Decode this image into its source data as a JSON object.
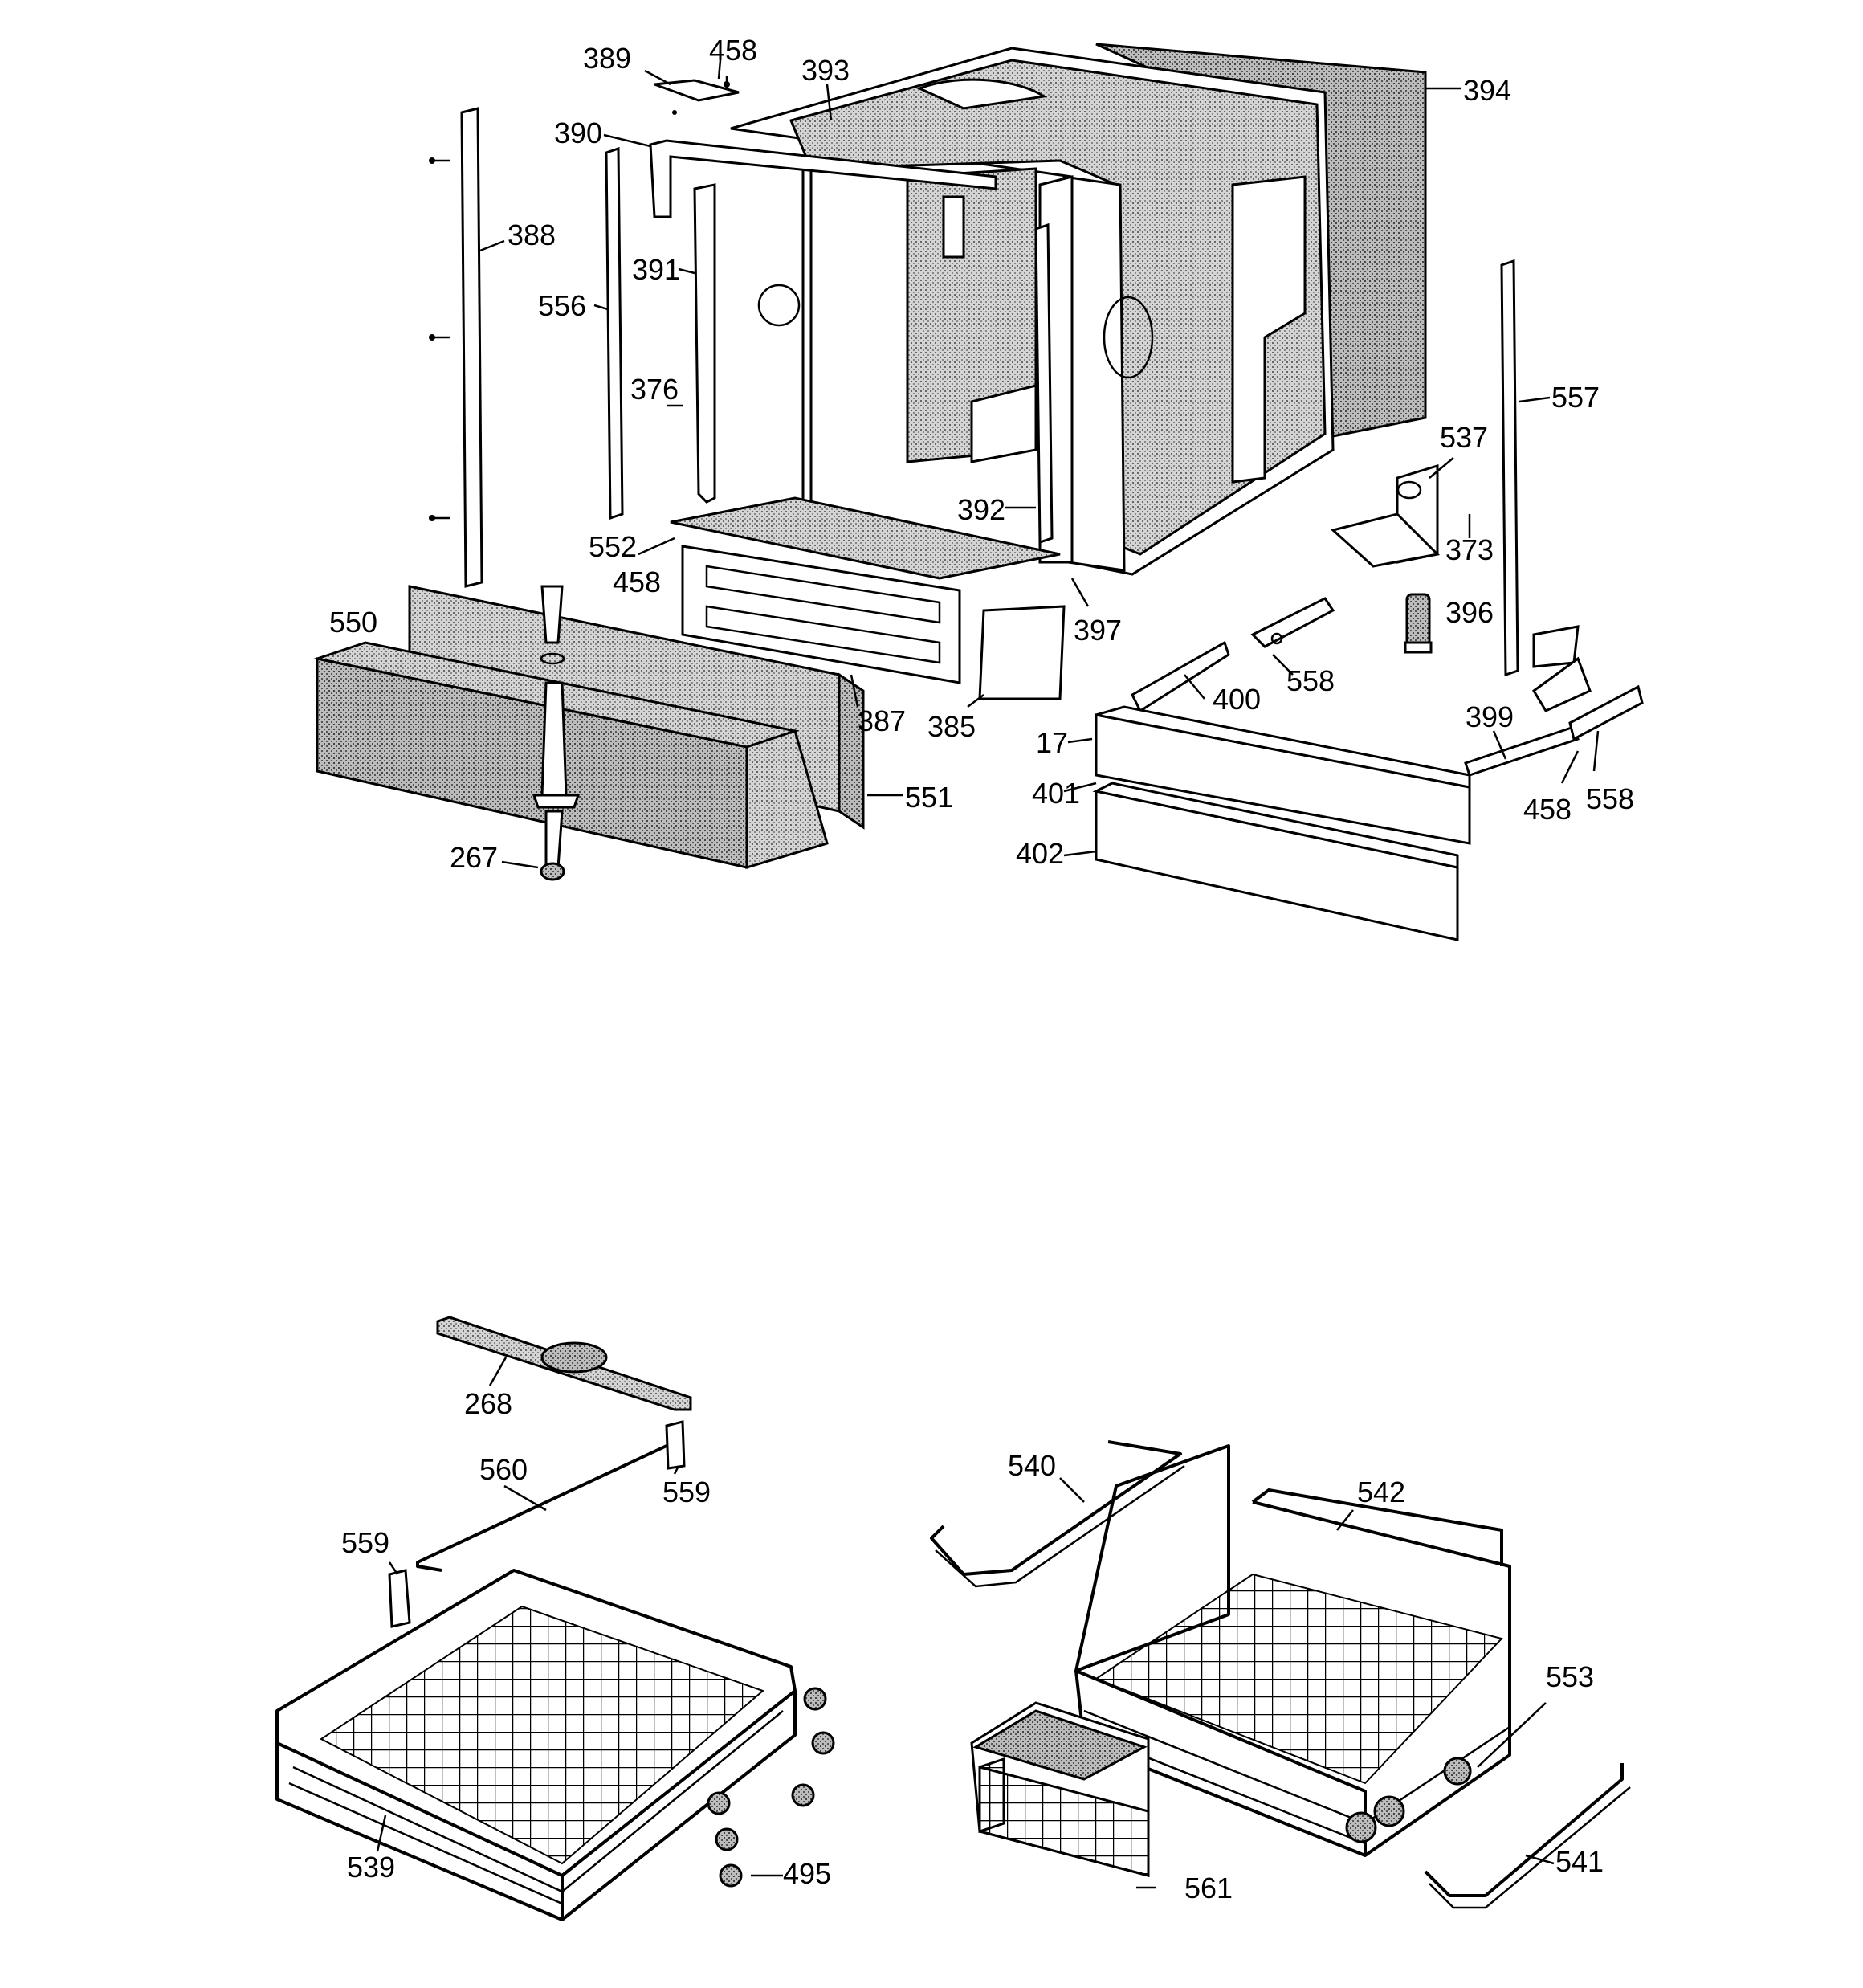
{
  "diagram": {
    "callouts": [
      {
        "id": "389",
        "label": "389"
      },
      {
        "id": "458a",
        "label": "458"
      },
      {
        "id": "393",
        "label": "393"
      },
      {
        "id": "394",
        "label": "394"
      },
      {
        "id": "390",
        "label": "390"
      },
      {
        "id": "388",
        "label": "388"
      },
      {
        "id": "391",
        "label": "391"
      },
      {
        "id": "556",
        "label": "556"
      },
      {
        "id": "376",
        "label": "376"
      },
      {
        "id": "557",
        "label": "557"
      },
      {
        "id": "537",
        "label": "537"
      },
      {
        "id": "392",
        "label": "392"
      },
      {
        "id": "373",
        "label": "373"
      },
      {
        "id": "552",
        "label": "552"
      },
      {
        "id": "458b",
        "label": "458"
      },
      {
        "id": "396",
        "label": "396"
      },
      {
        "id": "550",
        "label": "550"
      },
      {
        "id": "397",
        "label": "397"
      },
      {
        "id": "558a",
        "label": "558"
      },
      {
        "id": "400",
        "label": "400"
      },
      {
        "id": "387",
        "label": "387"
      },
      {
        "id": "385",
        "label": "385"
      },
      {
        "id": "399",
        "label": "399"
      },
      {
        "id": "17",
        "label": "17"
      },
      {
        "id": "551",
        "label": "551"
      },
      {
        "id": "401",
        "label": "401"
      },
      {
        "id": "458c",
        "label": "458"
      },
      {
        "id": "558b",
        "label": "558"
      },
      {
        "id": "402",
        "label": "402"
      },
      {
        "id": "267",
        "label": "267"
      },
      {
        "id": "268",
        "label": "268"
      },
      {
        "id": "560",
        "label": "560"
      },
      {
        "id": "559a",
        "label": "559"
      },
      {
        "id": "559b",
        "label": "559"
      },
      {
        "id": "540",
        "label": "540"
      },
      {
        "id": "542",
        "label": "542"
      },
      {
        "id": "553",
        "label": "553"
      },
      {
        "id": "495",
        "label": "495"
      },
      {
        "id": "539",
        "label": "539"
      },
      {
        "id": "541",
        "label": "541"
      },
      {
        "id": "561",
        "label": "561"
      }
    ]
  }
}
